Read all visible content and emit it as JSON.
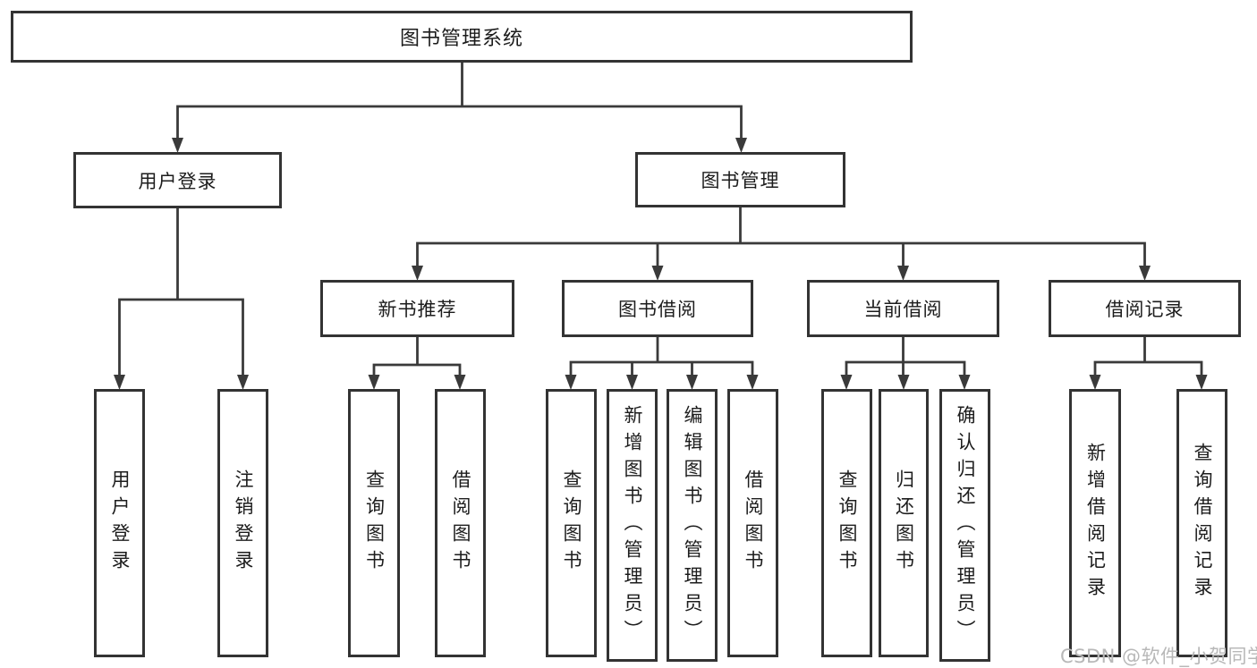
{
  "tree": {
    "root": "图书管理系统",
    "children": [
      {
        "label": "用户登录",
        "children": [
          "用户登录",
          "注销登录"
        ]
      },
      {
        "label": "图书管理",
        "children": [
          {
            "label": "新书推荐",
            "children": [
              "查询图书",
              "借阅图书"
            ]
          },
          {
            "label": "图书借阅",
            "children": [
              "查询图书",
              "新增图书（管理员）",
              "编辑图书（管理员）",
              "借阅图书"
            ]
          },
          {
            "label": "当前借阅",
            "children": [
              "查询图书",
              "归还图书",
              "确认归还（管理员）"
            ]
          },
          {
            "label": "借阅记录",
            "children": [
              "新增借阅记录",
              "查询借阅记录"
            ]
          }
        ]
      }
    ]
  },
  "watermark": "CSDN @软件_小贺同学",
  "colors": {
    "line": "#3a3a3a",
    "box_border": "#333333",
    "text": "#1c1c1c",
    "background": "#ffffff",
    "watermark": "#b8b8b8"
  }
}
